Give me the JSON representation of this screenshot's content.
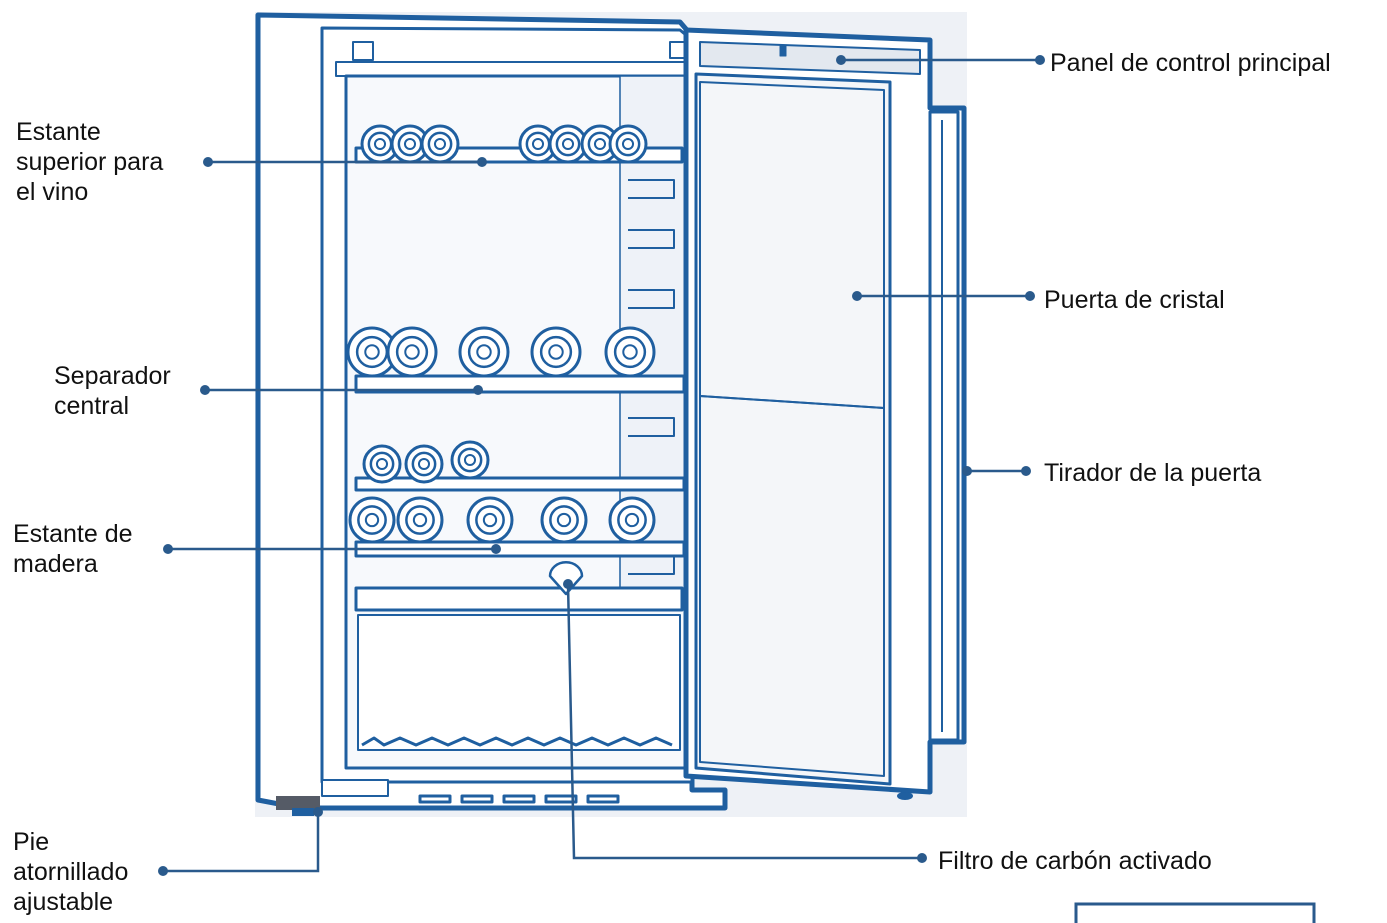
{
  "colors": {
    "outline": "#1f5fa0",
    "leader": "#2a5a8c",
    "interior": "#f7f9fc",
    "panel_shade": "#e3e8ef",
    "text": "#111111"
  },
  "labels": {
    "control_panel": "Panel de control principal",
    "top_shelf": "Estante\nsuperior para\nel vino",
    "glass_door": "Puerta de cristal",
    "central_divider": "Separador\ncentral",
    "door_handle": "Tirador de la puerta",
    "wooden_shelf": "Estante de\nmadera",
    "foot": "Pie\natornillado\najustable",
    "carbon_filter": "Filtro de carbón activado"
  }
}
